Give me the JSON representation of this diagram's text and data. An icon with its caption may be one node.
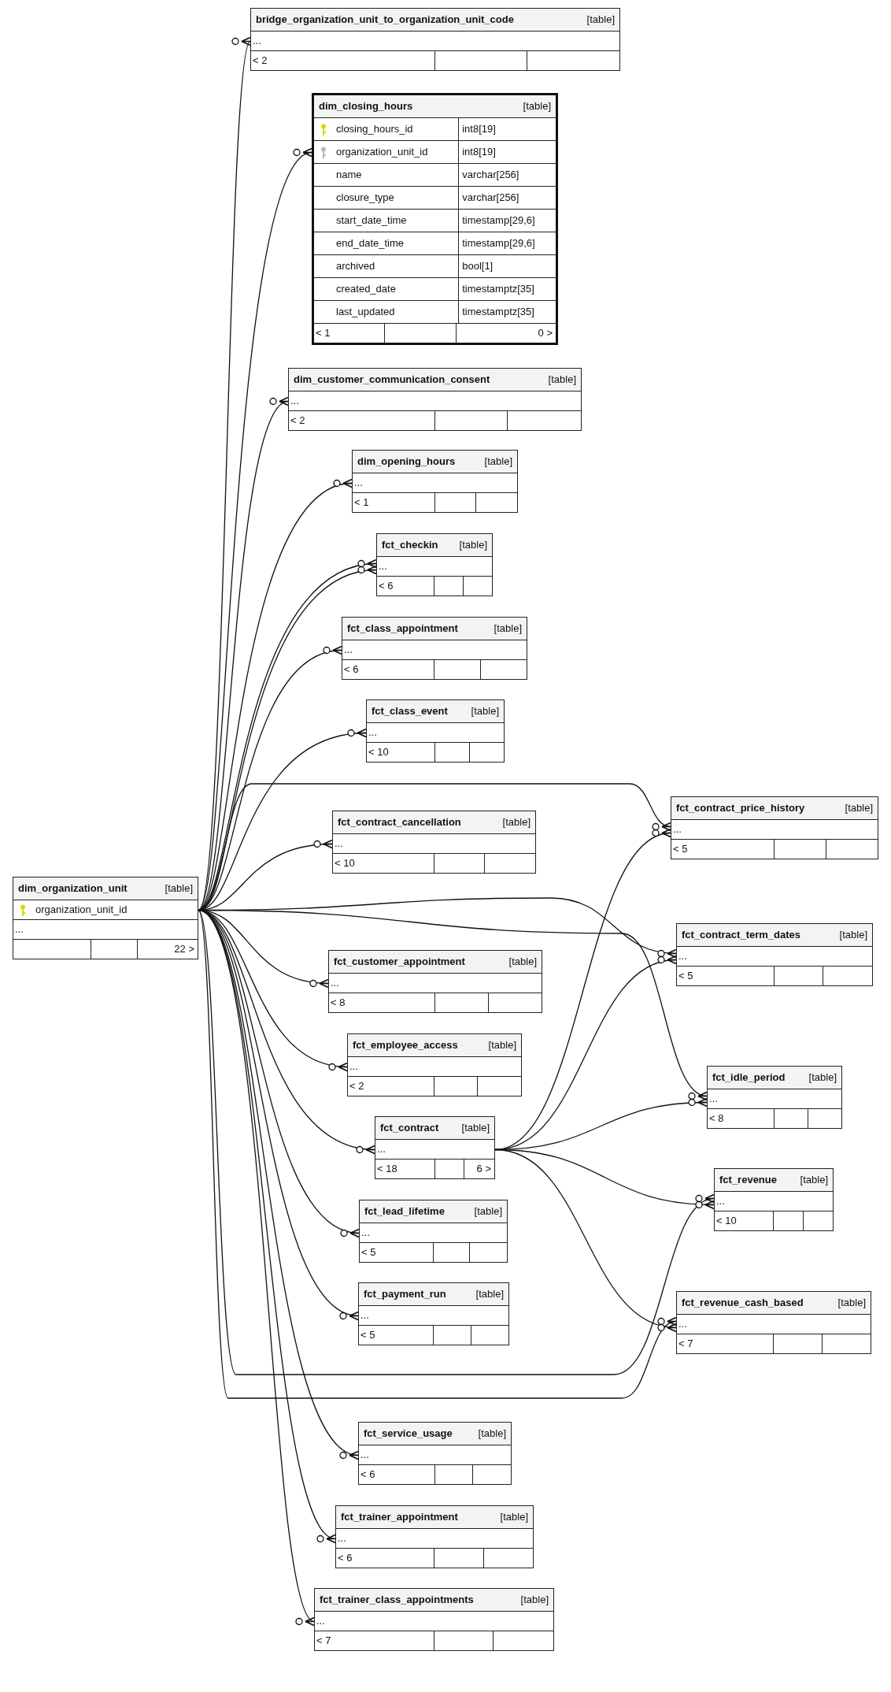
{
  "diagram": {
    "nodes": [
      {
        "text": [
          "bridge_organization_unit_to_organization_unit_code",
          "[table]",
          "...",
          "< 2"
        ]
      },
      {
        "text": [
          "dim_closing_hours",
          "[table]",
          "closing_hours_id",
          "int8[19]",
          "organization_unit_id",
          "int8[19]",
          "name",
          "varchar[256]",
          "closure_type",
          "varchar[256]",
          "start_date_time",
          "timestamp[29,6]",
          "end_date_time",
          "timestamp[29,6]",
          "archived",
          "bool[1]",
          "created_date",
          "timestamptz[35]",
          "last_updated",
          "timestamptz[35]",
          "< 1",
          "0 >"
        ]
      },
      {
        "text": [
          "dim_customer_communication_consent",
          "[table]",
          "...",
          "< 2"
        ]
      },
      {
        "text": [
          "dim_opening_hours",
          "[table]",
          "...",
          "< 1"
        ]
      },
      {
        "text": [
          "fct_checkin",
          "[table]",
          "...",
          "< 6"
        ]
      },
      {
        "text": [
          "fct_class_appointment",
          "[table]",
          "...",
          "< 6"
        ]
      },
      {
        "text": [
          "fct_class_event",
          "[table]",
          "...",
          "< 10"
        ]
      },
      {
        "text": [
          "fct_contract_price_history",
          "[table]",
          "...",
          "< 5"
        ]
      },
      {
        "text": [
          "fct_contract_cancellation",
          "[table]",
          "...",
          "< 10"
        ]
      },
      {
        "text": [
          "dim_organization_unit",
          "[table]",
          "organization_unit_id",
          "...",
          "22 >"
        ]
      },
      {
        "text": [
          "fct_contract_term_dates",
          "[table]",
          "...",
          "< 5"
        ]
      },
      {
        "text": [
          "fct_customer_appointment",
          "[table]",
          "...",
          "< 8"
        ]
      },
      {
        "text": [
          "fct_employee_access",
          "[table]",
          "...",
          "< 2"
        ]
      },
      {
        "text": [
          "fct_idle_period",
          "[table]",
          "...",
          "< 8"
        ]
      },
      {
        "text": [
          "fct_contract",
          "[table]",
          "...",
          "< 18",
          "6 >"
        ]
      },
      {
        "text": [
          "fct_revenue",
          "[table]",
          "...",
          "< 10"
        ]
      },
      {
        "text": [
          "fct_lead_lifetime",
          "[table]",
          "...",
          "< 5"
        ]
      },
      {
        "text": [
          "fct_payment_run",
          "[table]",
          "...",
          "< 5"
        ]
      },
      {
        "text": [
          "fct_revenue_cash_based",
          "[table]",
          "...",
          "< 7"
        ]
      },
      {
        "text": [
          "fct_service_usage",
          "[table]",
          "...",
          "< 6"
        ]
      },
      {
        "text": [
          "fct_trainer_appointment",
          "[table]",
          "...",
          "< 6"
        ]
      },
      {
        "text": [
          "fct_trainer_class_appointments",
          "[table]",
          "...",
          "< 7"
        ]
      }
    ],
    "edges": [
      {
        "from": 9,
        "to": 0,
        "arrow": "other"
      },
      {
        "from": 9,
        "to": 1,
        "arrow": "other"
      },
      {
        "from": 9,
        "to": 2,
        "arrow": "other"
      },
      {
        "from": 9,
        "to": 3,
        "arrow": "other"
      },
      {
        "from": 9,
        "to": 4,
        "arrow": "other"
      },
      {
        "from": 9,
        "to": 4,
        "arrow": "other"
      },
      {
        "from": 9,
        "to": 5,
        "arrow": "other"
      },
      {
        "from": 9,
        "to": 6,
        "arrow": "other"
      },
      {
        "from": 9,
        "to": 7,
        "arrow": "other"
      },
      {
        "from": 9,
        "to": 8,
        "arrow": "other"
      },
      {
        "from": 9,
        "to": 10,
        "arrow": "other"
      },
      {
        "from": 9,
        "to": 11,
        "arrow": "other"
      },
      {
        "from": 9,
        "to": 12,
        "arrow": "other"
      },
      {
        "from": 9,
        "to": 13,
        "arrow": "other"
      },
      {
        "from": 9,
        "to": 14,
        "arrow": "other"
      },
      {
        "from": 9,
        "to": 15,
        "arrow": "other"
      },
      {
        "from": 9,
        "to": 16,
        "arrow": "other"
      },
      {
        "from": 9,
        "to": 17,
        "arrow": "other"
      },
      {
        "from": 9,
        "to": 18,
        "arrow": "other"
      },
      {
        "from": 9,
        "to": 19,
        "arrow": "other"
      },
      {
        "from": 9,
        "to": 20,
        "arrow": "other"
      },
      {
        "from": 9,
        "to": 21,
        "arrow": "other"
      },
      {
        "from": 14,
        "to": 7,
        "arrow": "other"
      },
      {
        "from": 14,
        "to": 10,
        "arrow": "other"
      },
      {
        "from": 14,
        "to": 13,
        "arrow": "other"
      },
      {
        "from": 14,
        "to": 15,
        "arrow": "other"
      },
      {
        "from": 14,
        "to": 18,
        "arrow": "other"
      }
    ]
  }
}
